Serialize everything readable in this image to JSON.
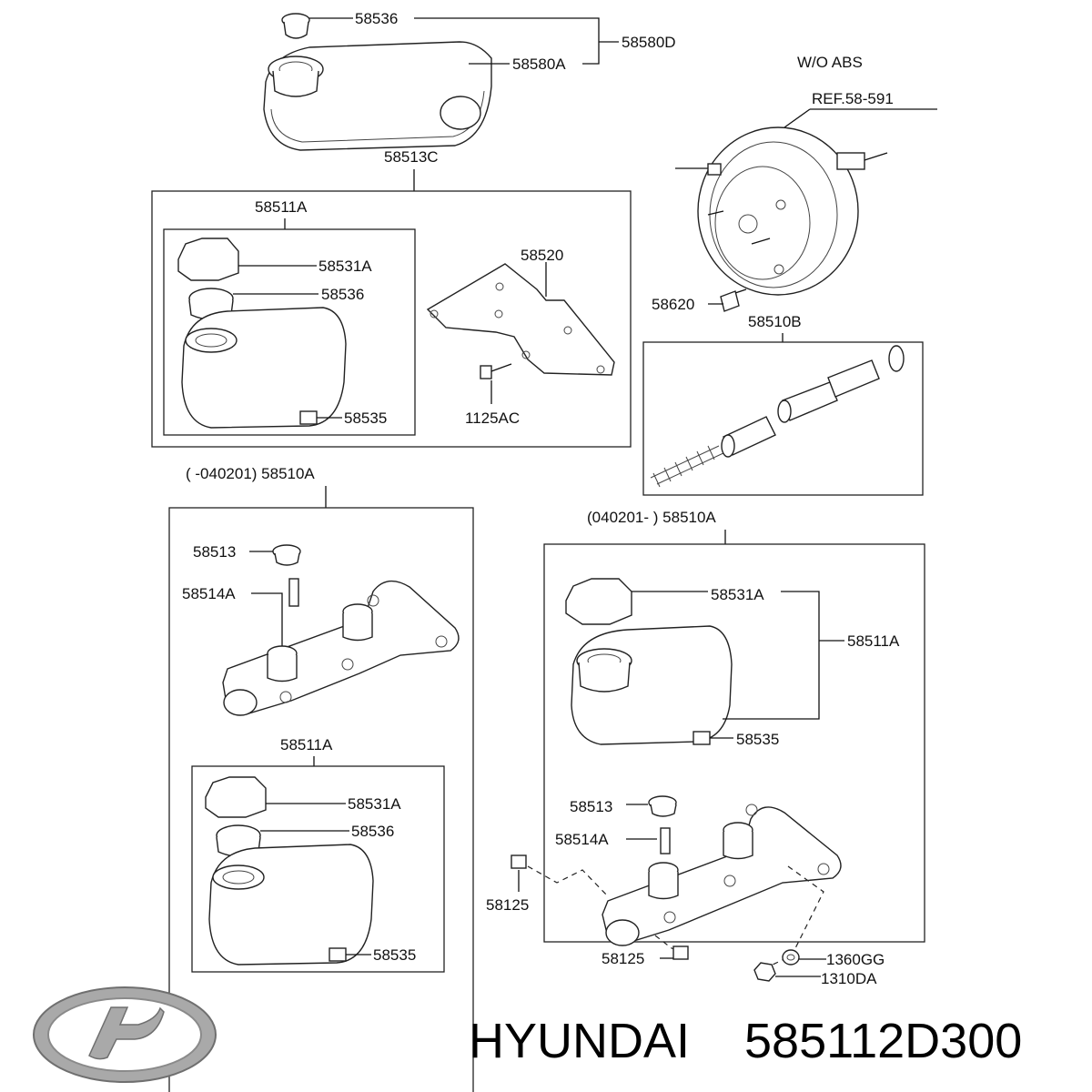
{
  "diagram": {
    "top": {
      "cap_label": "58536",
      "reservoir_label": "58580A",
      "assembly_label": "58580D"
    },
    "booster": {
      "title": "W/O ABS",
      "ref": "REF.58-591",
      "nut_label": "58620"
    },
    "box_13c": {
      "label": "58513C",
      "inner_label": "58511A",
      "cap_label": "58531A",
      "seal_label": "58536",
      "sensor_label": "58535",
      "bracket_label": "58520",
      "bolt_label": "1125AC"
    },
    "box_10b": {
      "label": "58510B"
    },
    "box_left": {
      "label": "( -040201) 58510A",
      "grommet_label": "58513",
      "pin_label": "58514A",
      "inner_label": "58511A",
      "cap_label": "58531A",
      "seal_label": "58536",
      "sensor_label": "58535"
    },
    "box_right": {
      "label": "(040201- ) 58510A",
      "cap_label": "58531A",
      "reservoir_label": "58511A",
      "sensor_label": "58535",
      "grommet_label": "58513",
      "pin_label": "58514A",
      "plug_label_1": "58125",
      "plug_label_2": "58125",
      "washer_label": "1360GG",
      "nut_label": "1310DA"
    }
  },
  "footer": {
    "brand": "HYUNDAI",
    "part_number": "585112D300"
  }
}
